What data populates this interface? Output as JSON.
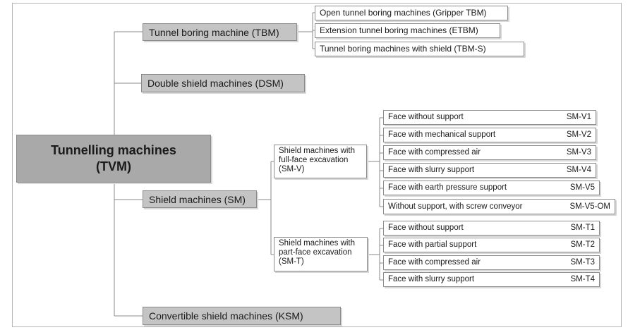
{
  "root": {
    "line1": "Tunnelling machines",
    "line2": "(TVM)"
  },
  "tbm": {
    "label": "Tunnel boring machine (TBM)",
    "children": [
      "Open tunnel boring machines (Gripper TBM)",
      "Extension tunnel boring machines (ETBM)",
      "Tunnel boring machines with shield (TBM-S)"
    ]
  },
  "dsm": {
    "label": "Double shield machines (DSM)"
  },
  "sm": {
    "label": "Shield machines (SM)",
    "full_face": {
      "label": "Shield machines with full-face excavation (SM-V)",
      "items": [
        {
          "name": "Face without support",
          "code": "SM-V1"
        },
        {
          "name": "Face with mechanical support",
          "code": "SM-V2"
        },
        {
          "name": "Face with compressed air",
          "code": "SM-V3"
        },
        {
          "name": "Face with slurry support",
          "code": "SM-V4"
        },
        {
          "name": "Face with earth pressure support",
          "code": "SM-V5"
        },
        {
          "name": "Without support, with screw conveyor",
          "code": "SM-V5-OM"
        }
      ]
    },
    "part_face": {
      "label": "Shield machines with part-face excavation (SM-T)",
      "items": [
        {
          "name": "Face without support",
          "code": "SM-T1"
        },
        {
          "name": "Face with partial support",
          "code": "SM-T2"
        },
        {
          "name": "Face with compressed air",
          "code": "SM-T3"
        },
        {
          "name": "Face with slurry support",
          "code": "SM-T4"
        }
      ]
    }
  },
  "ksm": {
    "label": "Convertible shield machines (KSM)"
  }
}
